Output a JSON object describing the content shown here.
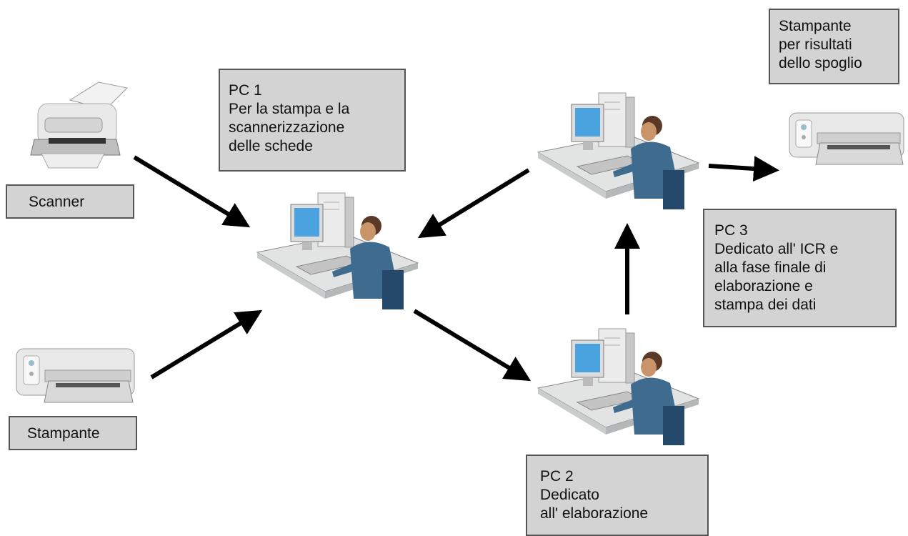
{
  "labels": {
    "pc1": [
      "PC 1",
      "Per la stampa e la",
      "scannerizzazione",
      "delle schede"
    ],
    "pc2": [
      "PC 2",
      "Dedicato",
      "all' elaborazione"
    ],
    "pc3": [
      "PC 3",
      "Dedicato all' ICR e",
      "alla fase finale di",
      "elaborazione e",
      "stampa dei dati"
    ],
    "scanner": [
      "Scanner"
    ],
    "stampante": [
      "Stampante"
    ],
    "stampante_risultati": [
      "Stampante",
      "per risultati",
      "dello spoglio"
    ]
  },
  "icons": {
    "workstation": "workstation-icon",
    "scanner": "scanner-icon",
    "printer": "printer-icon"
  },
  "colors": {
    "label_bg": "#d3d3d3",
    "label_border": "#555555",
    "arrow": "#000000",
    "person_shirt": "#3f6b8f",
    "screen": "#4aa3df",
    "device_body": "#e8e8e8"
  }
}
